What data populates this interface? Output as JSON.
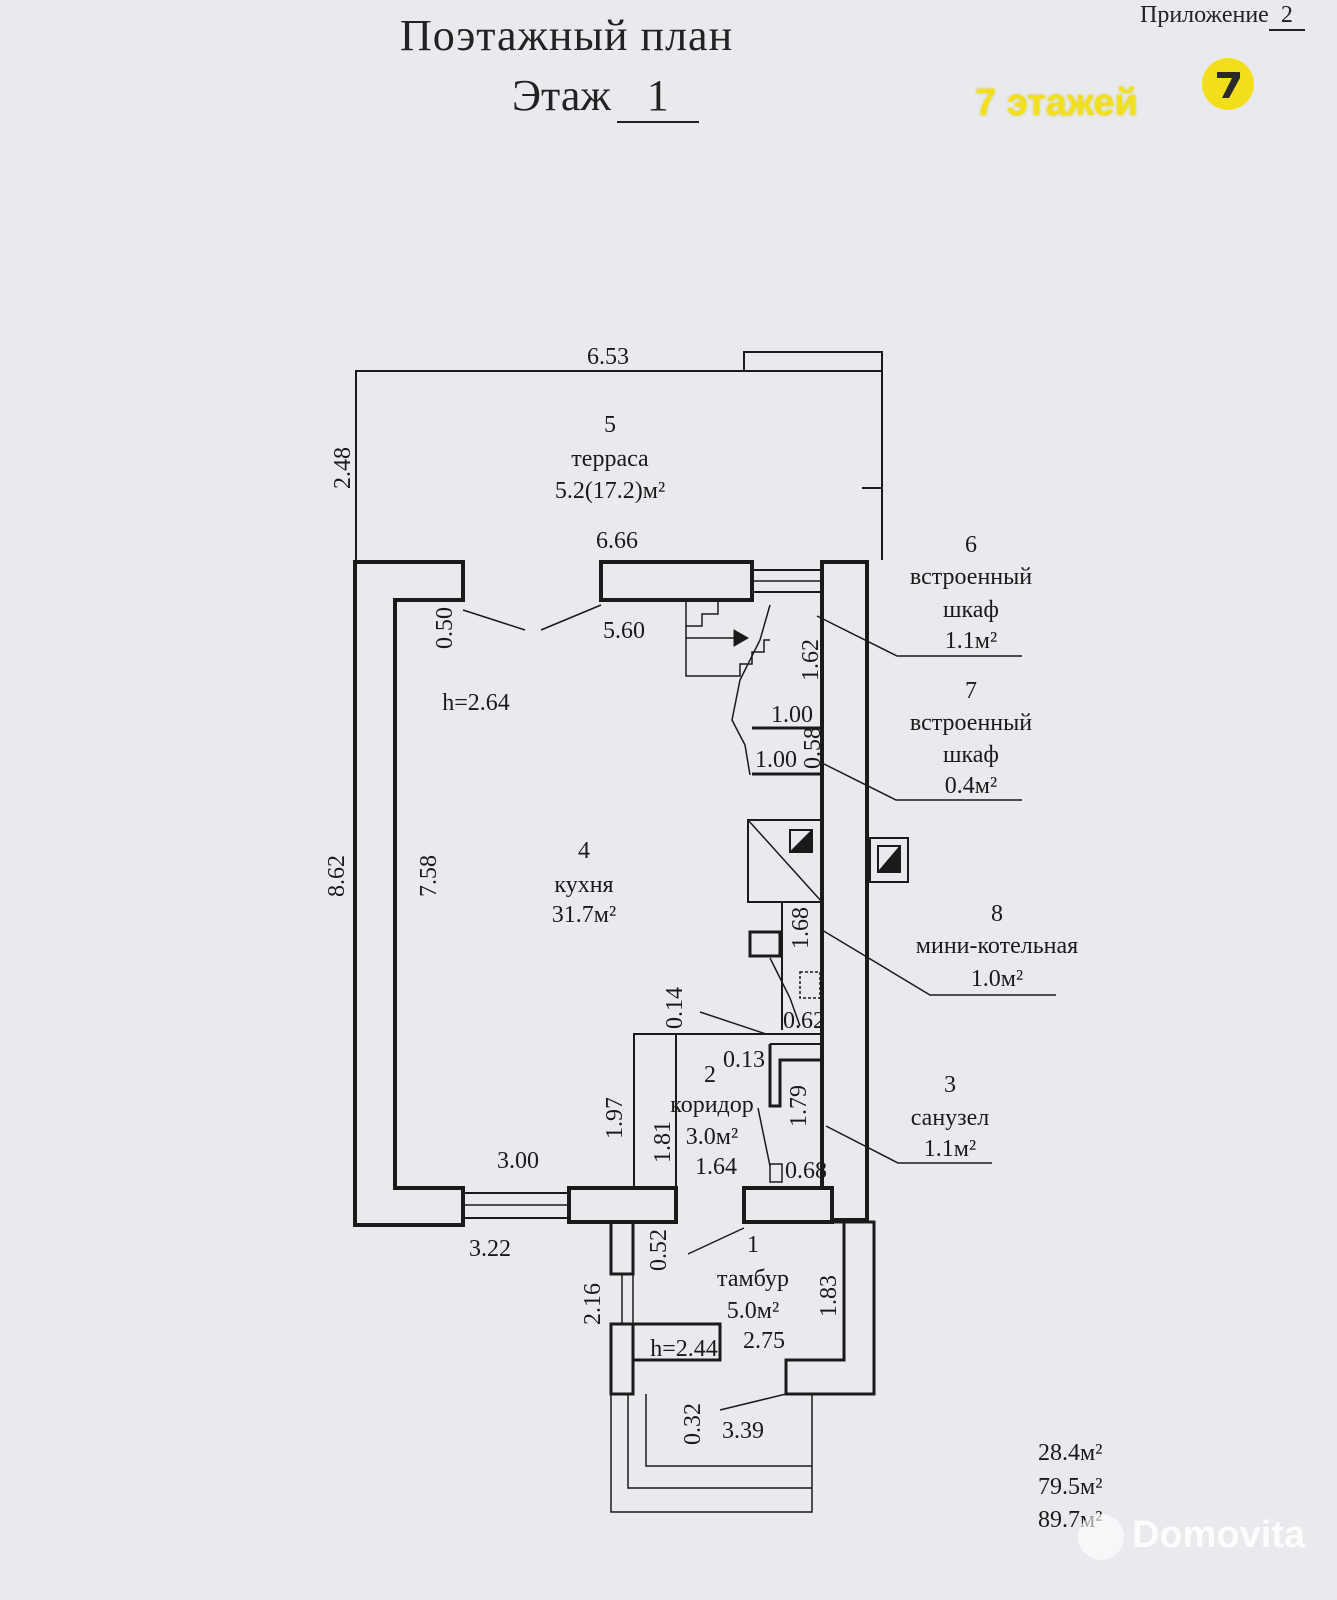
{
  "header": {
    "title": "Поэтажный план",
    "floor_label": "Этаж",
    "floor_number": "1",
    "appendix_label": "Приложение",
    "appendix_number": "2"
  },
  "branding": {
    "logo_text": "7 этажей",
    "logo_badge": "7",
    "logo_color": "#f1df1c",
    "watermark": "Domovita"
  },
  "rooms": {
    "terrace": {
      "number": "5",
      "name": "терраса",
      "area": "5.2(17.2)м²"
    },
    "kitchen": {
      "number": "4",
      "name": "кухня",
      "area": "31.7м²"
    },
    "closet6": {
      "number": "6",
      "name_line1": "встроенный",
      "name_line2": "шкаф",
      "area": "1.1м²"
    },
    "closet7": {
      "number": "7",
      "name_line1": "встроенный",
      "name_line2": "шкаф",
      "area": "0.4м²"
    },
    "boiler": {
      "number": "8",
      "name": "мини-котельная",
      "area": "1.0м²"
    },
    "bathroom": {
      "number": "3",
      "name": "санузел",
      "area": "1.1м²"
    },
    "corridor": {
      "number": "2",
      "name": "коридор",
      "area": "3.0м²"
    },
    "vestibule": {
      "number": "1",
      "name": "тамбур",
      "area": "5.0м²"
    }
  },
  "dimensions": {
    "terrace_width": "6.53",
    "terrace_depth": "2.48",
    "top_outer": "6.66",
    "top_inner": "5.60",
    "wall_050": "0.50",
    "height_main": "h=2.64",
    "outer_left": "8.62",
    "inner_left": "7.58",
    "closet_162": "1.62",
    "closet_100a": "1.00",
    "closet_100b": "1.00",
    "closet_058": "0.58",
    "boiler_168": "1.68",
    "boiler_062": "0.62",
    "dim_014": "0.14",
    "dim_013": "0.13",
    "dim_197": "1.97",
    "dim_181": "1.81",
    "dim_179": "1.79",
    "dim_164": "1.64",
    "dim_068": "0.68",
    "dim_300": "3.00",
    "dim_322": "3.22",
    "dim_052": "0.52",
    "dim_216": "2.16",
    "dim_183": "1.83",
    "height_vestibule": "h=2.44",
    "dim_275": "2.75",
    "dim_032": "0.32",
    "dim_339": "3.39"
  },
  "totals": [
    "28.4м²",
    "79.5м²",
    "89.7м²"
  ]
}
